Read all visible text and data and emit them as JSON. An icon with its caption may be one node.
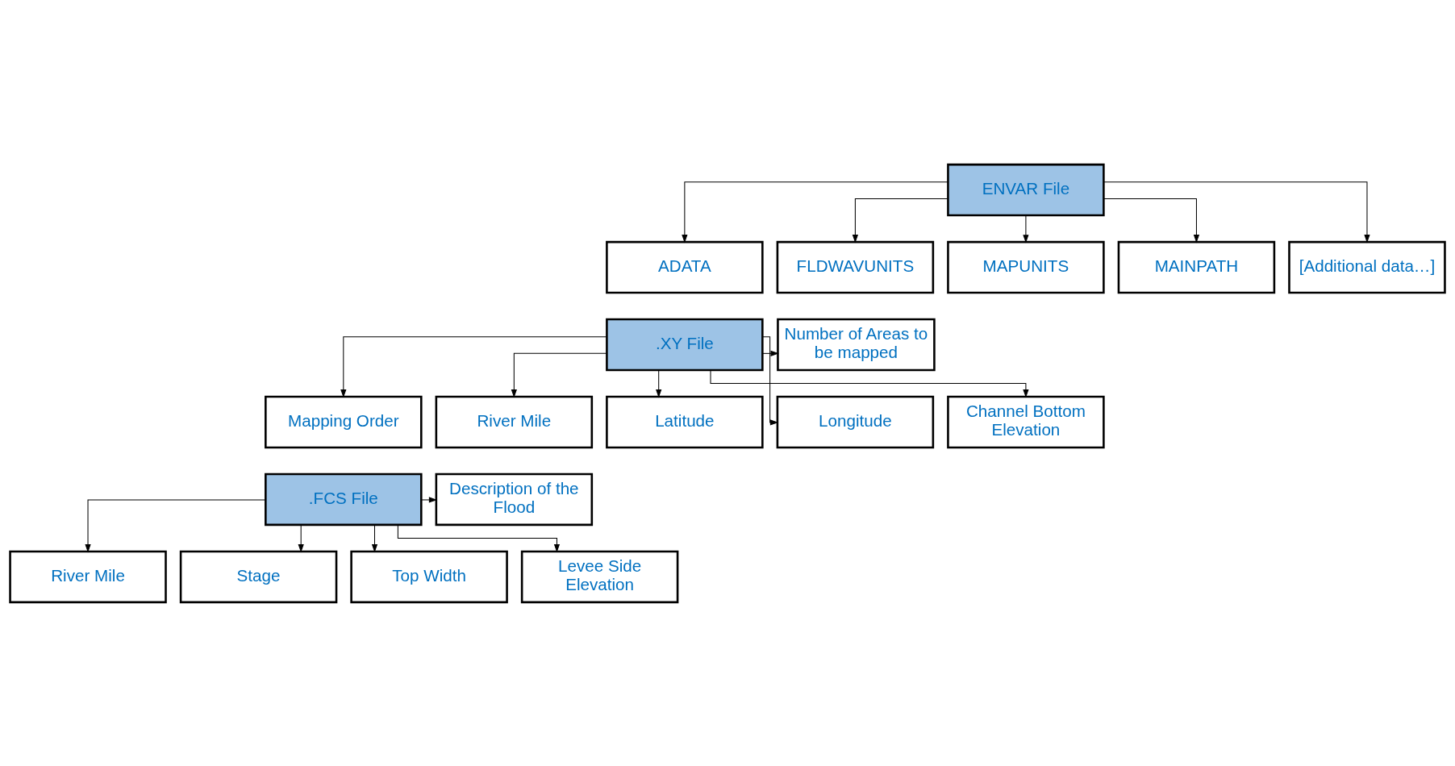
{
  "diagram": {
    "nodes": [
      {
        "text": [
          "ENVAR File"
        ]
      },
      {
        "text": [
          "ADATA"
        ]
      },
      {
        "text": [
          "FLDWAVUNITS"
        ]
      },
      {
        "text": [
          "MAPUNITS"
        ]
      },
      {
        "text": [
          "MAINPATH"
        ]
      },
      {
        "text": [
          "[Additional data…]"
        ]
      },
      {
        "text": [
          ".XY File"
        ]
      },
      {
        "text": [
          "Number of Areas to be mapped"
        ]
      },
      {
        "text": [
          "Mapping Order"
        ]
      },
      {
        "text": [
          "River Mile"
        ]
      },
      {
        "text": [
          "Latitude"
        ]
      },
      {
        "text": [
          "Longitude"
        ]
      },
      {
        "text": [
          "Channel Bottom Elevation"
        ]
      },
      {
        "text": [
          ".FCS File"
        ]
      },
      {
        "text": [
          "Description of the Flood"
        ]
      },
      {
        "text": [
          "River Mile"
        ]
      },
      {
        "text": [
          "Stage"
        ]
      },
      {
        "text": [
          "Top Width"
        ]
      },
      {
        "text": [
          "Levee Side Elevation"
        ]
      }
    ],
    "edges": [
      {
        "from": 0,
        "to": 1,
        "arrow": "to"
      },
      {
        "from": 0,
        "to": 2,
        "arrow": "to"
      },
      {
        "from": 0,
        "to": 3,
        "arrow": "to"
      },
      {
        "from": 0,
        "to": 4,
        "arrow": "to"
      },
      {
        "from": 0,
        "to": 5,
        "arrow": "to"
      },
      {
        "from": 6,
        "to": 7,
        "arrow": "to"
      },
      {
        "from": 6,
        "to": 8,
        "arrow": "to"
      },
      {
        "from": 6,
        "to": 9,
        "arrow": "to"
      },
      {
        "from": 6,
        "to": 10,
        "arrow": "to"
      },
      {
        "from": 6,
        "to": 11,
        "arrow": "to"
      },
      {
        "from": 6,
        "to": 12,
        "arrow": "to"
      },
      {
        "from": 13,
        "to": 14,
        "arrow": "to"
      },
      {
        "from": 13,
        "to": 15,
        "arrow": "to"
      },
      {
        "from": 13,
        "to": 16,
        "arrow": "to"
      },
      {
        "from": 13,
        "to": 17,
        "arrow": "to"
      },
      {
        "from": 13,
        "to": 18,
        "arrow": "to"
      }
    ]
  }
}
